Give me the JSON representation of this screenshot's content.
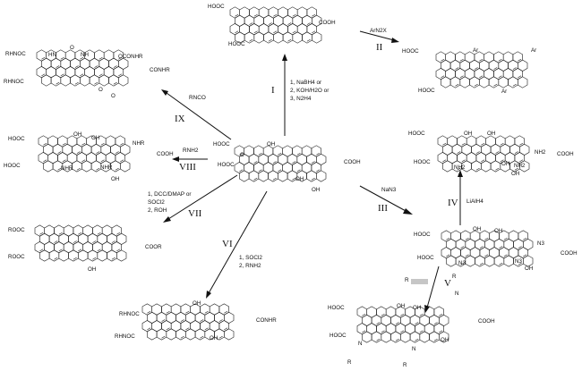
{
  "center": {
    "groups": [
      "HOOC",
      "HOOC",
      "COOH",
      "OH",
      "OH",
      "OH",
      "O"
    ]
  },
  "top": {
    "groups": [
      "HOOC",
      "COOH",
      "HOOC"
    ]
  },
  "right_top": {
    "groups": [
      "HOOC",
      "HOOC",
      "Ar",
      "Ar",
      "Ar"
    ]
  },
  "right_mid": {
    "groups": [
      "HOOC",
      "HOOC",
      "COOH",
      "OH",
      "OH",
      "OH",
      "OH",
      "NH2",
      "NH2",
      "NH2"
    ]
  },
  "right_low": {
    "groups": [
      "HOOC",
      "HOOC",
      "COOH",
      "OH",
      "OH",
      "OH",
      "N3",
      "N3",
      "N3"
    ]
  },
  "bottom_right": {
    "groups": [
      "HOOC",
      "HOOC",
      "COOH",
      "OH",
      "OH",
      "OH",
      "R",
      "R",
      "R",
      "N",
      "N",
      "N"
    ]
  },
  "bottom_mid": {
    "groups": [
      "RHNOC",
      "RHNOC",
      "CONHR",
      "OH",
      "OH"
    ]
  },
  "left_low": {
    "groups": [
      "ROOC",
      "ROOC",
      "COOR",
      "OH"
    ]
  },
  "left_mid": {
    "groups": [
      "HOOC",
      "HOOC",
      "COOH",
      "OH",
      "OH",
      "NHR",
      "NHR",
      "NHR",
      "OH"
    ]
  },
  "left_top": {
    "groups": [
      "RHNOC",
      "RHNOC",
      "CONHR",
      "OCONHR",
      "HN",
      "NH",
      "O",
      "O",
      "O"
    ]
  },
  "routes": {
    "I": {
      "numeral": "I",
      "reagents": [
        "1, NaBH4 or",
        "2, KOH/H2O or",
        "3, N2H4"
      ]
    },
    "II": {
      "numeral": "II",
      "reagents": [
        "ArN2X"
      ]
    },
    "III": {
      "numeral": "III",
      "reagents": [
        "NaN3"
      ]
    },
    "IV": {
      "numeral": "IV",
      "reagents": [
        "LiAlH4"
      ]
    },
    "V": {
      "numeral": "V",
      "reagents": [
        "R"
      ]
    },
    "VI": {
      "numeral": "VI",
      "reagents": [
        "1, SOCl2",
        "2, RNH2"
      ]
    },
    "VII": {
      "numeral": "VII",
      "reagents": [
        "1, DCC/DMAP or",
        "SOCl2",
        "2, ROH"
      ]
    },
    "VIII": {
      "numeral": "VIII",
      "reagents": [
        "RNH2"
      ]
    },
    "IX": {
      "numeral": "IX",
      "reagents": [
        "RNCO"
      ]
    }
  },
  "colors": {
    "ink": "#111111",
    "background": "#ffffff"
  }
}
